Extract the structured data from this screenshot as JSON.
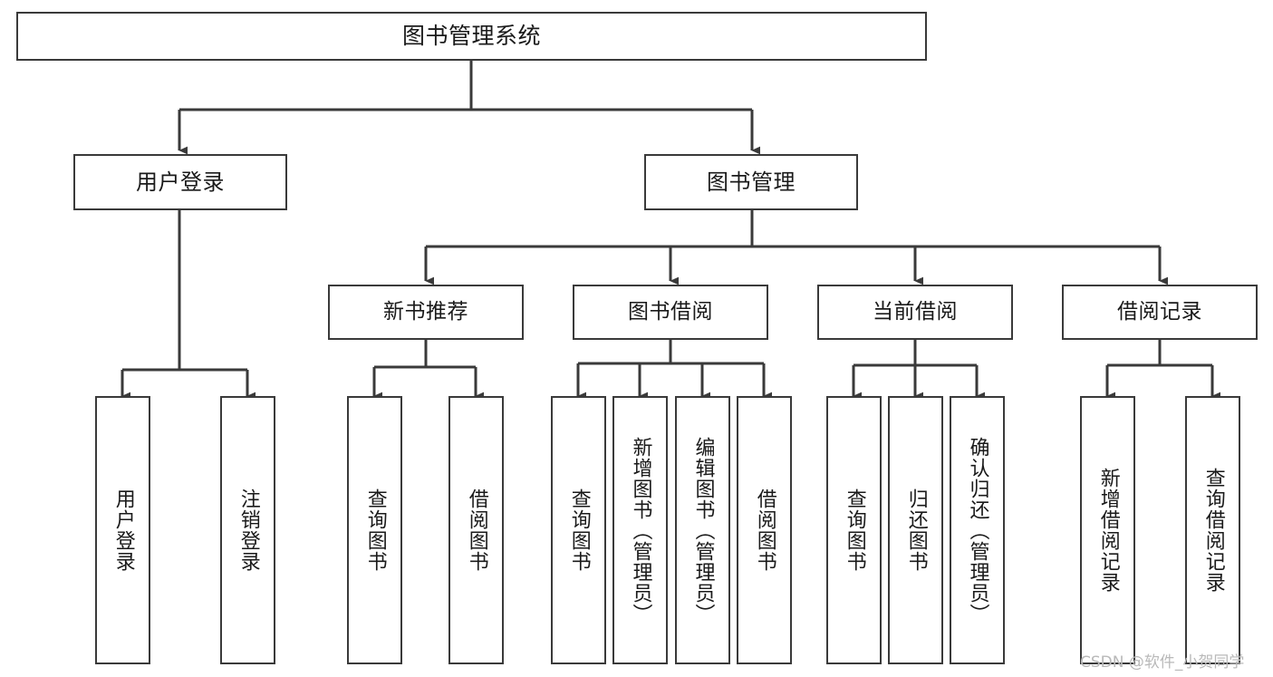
{
  "diagram": {
    "title": "图书管理系统",
    "type": "tree-hierarchy-chart",
    "edge_color": "#3a3a3a",
    "box_border_color": "#3a3a3a",
    "background_color": "#ffffff",
    "watermark": "CSDN @软件_小贺同学",
    "root": {
      "label": "图书管理系统"
    },
    "level2": [
      {
        "label": "用户登录"
      },
      {
        "label": "图书管理"
      }
    ],
    "level3": [
      {
        "label": "新书推荐"
      },
      {
        "label": "图书借阅"
      },
      {
        "label": "当前借阅"
      },
      {
        "label": "借阅记录"
      }
    ],
    "leaves": {
      "user_login": [
        {
          "label": "用户登录"
        },
        {
          "label": "注销登录"
        }
      ],
      "new_book_recommend": [
        {
          "label": "查询图书"
        },
        {
          "label": "借阅图书"
        }
      ],
      "book_borrow": [
        {
          "label": "查询图书"
        },
        {
          "label": "新增图书（管理员）"
        },
        {
          "label": "编辑图书（管理员）"
        },
        {
          "label": "借阅图书"
        }
      ],
      "current_borrow": [
        {
          "label": "查询图书"
        },
        {
          "label": "归还图书"
        },
        {
          "label": "确认归还（管理员）"
        }
      ],
      "borrow_record": [
        {
          "label": "新增借阅记录"
        },
        {
          "label": "查询借阅记录"
        }
      ]
    }
  }
}
